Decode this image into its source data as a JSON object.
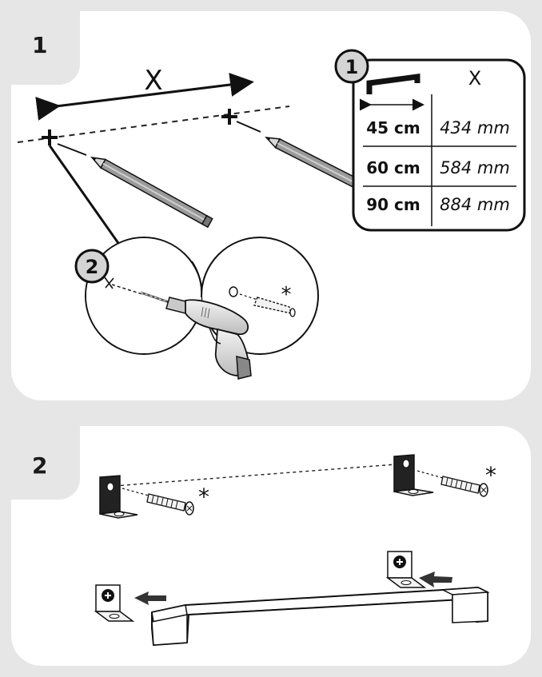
{
  "steps": [
    {
      "number": "1"
    },
    {
      "number": "2"
    }
  ],
  "measure_label": "X",
  "callouts": {
    "one": "1",
    "two": "2"
  },
  "table": {
    "header_x": "X",
    "rows": [
      {
        "size": "45 cm",
        "x": "434 mm"
      },
      {
        "size": "60 cm",
        "x": "584 mm"
      },
      {
        "size": "90 cm",
        "x": "884 mm"
      }
    ]
  },
  "asterisk": "*"
}
